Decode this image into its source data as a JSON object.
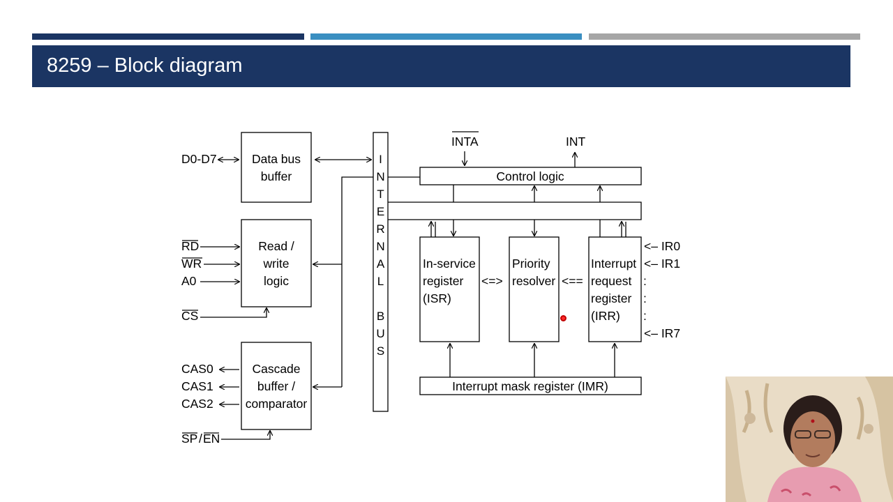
{
  "slide": {
    "title": "8259 – Block diagram",
    "stripe_colors": [
      "#1b3563",
      "#3a8fc1",
      "#a6a6a6"
    ],
    "header_color": "#1b3563"
  },
  "diagram": {
    "data_bus": {
      "line1": "Data bus",
      "line2": "buffer"
    },
    "read_write": {
      "line1": "Read /",
      "line2": "write",
      "line3": "logic"
    },
    "cascade": {
      "line1": "Cascade",
      "line2": "buffer /",
      "line3": "comparator"
    },
    "internal_bus_letters": [
      "I",
      "N",
      "T",
      "E",
      "R",
      "N",
      "A",
      "L",
      "",
      "B",
      "U",
      "S"
    ],
    "control_logic": "Control logic",
    "isr": {
      "line1": "In-service",
      "line2": "register",
      "line3": "(ISR)"
    },
    "priority": {
      "line1": "Priority",
      "line2": "resolver"
    },
    "irr": {
      "line1": "Interrupt",
      "line2": "request",
      "line3": "register",
      "line4": "(IRR)"
    },
    "imr": "Interrupt mask register (IMR)",
    "arrow_isr_pr": "<=>",
    "arrow_pr_irr": "<==",
    "signals": {
      "d0_d7": "D0-D7",
      "rd": "RD",
      "wr": "WR",
      "a0": "A0",
      "cs": "CS",
      "cas0": "CAS0",
      "cas1": "CAS1",
      "cas2": "CAS2",
      "sp": "SP",
      "slash": "/",
      "en": "EN",
      "inta": "INTA",
      "int": "INT",
      "ir0": "<– IR0",
      "ir1": "<– IR1",
      "colon": ":",
      "ir7": "<– IR7"
    }
  },
  "presenter": {
    "webcam_icon": "presenter-webcam"
  }
}
